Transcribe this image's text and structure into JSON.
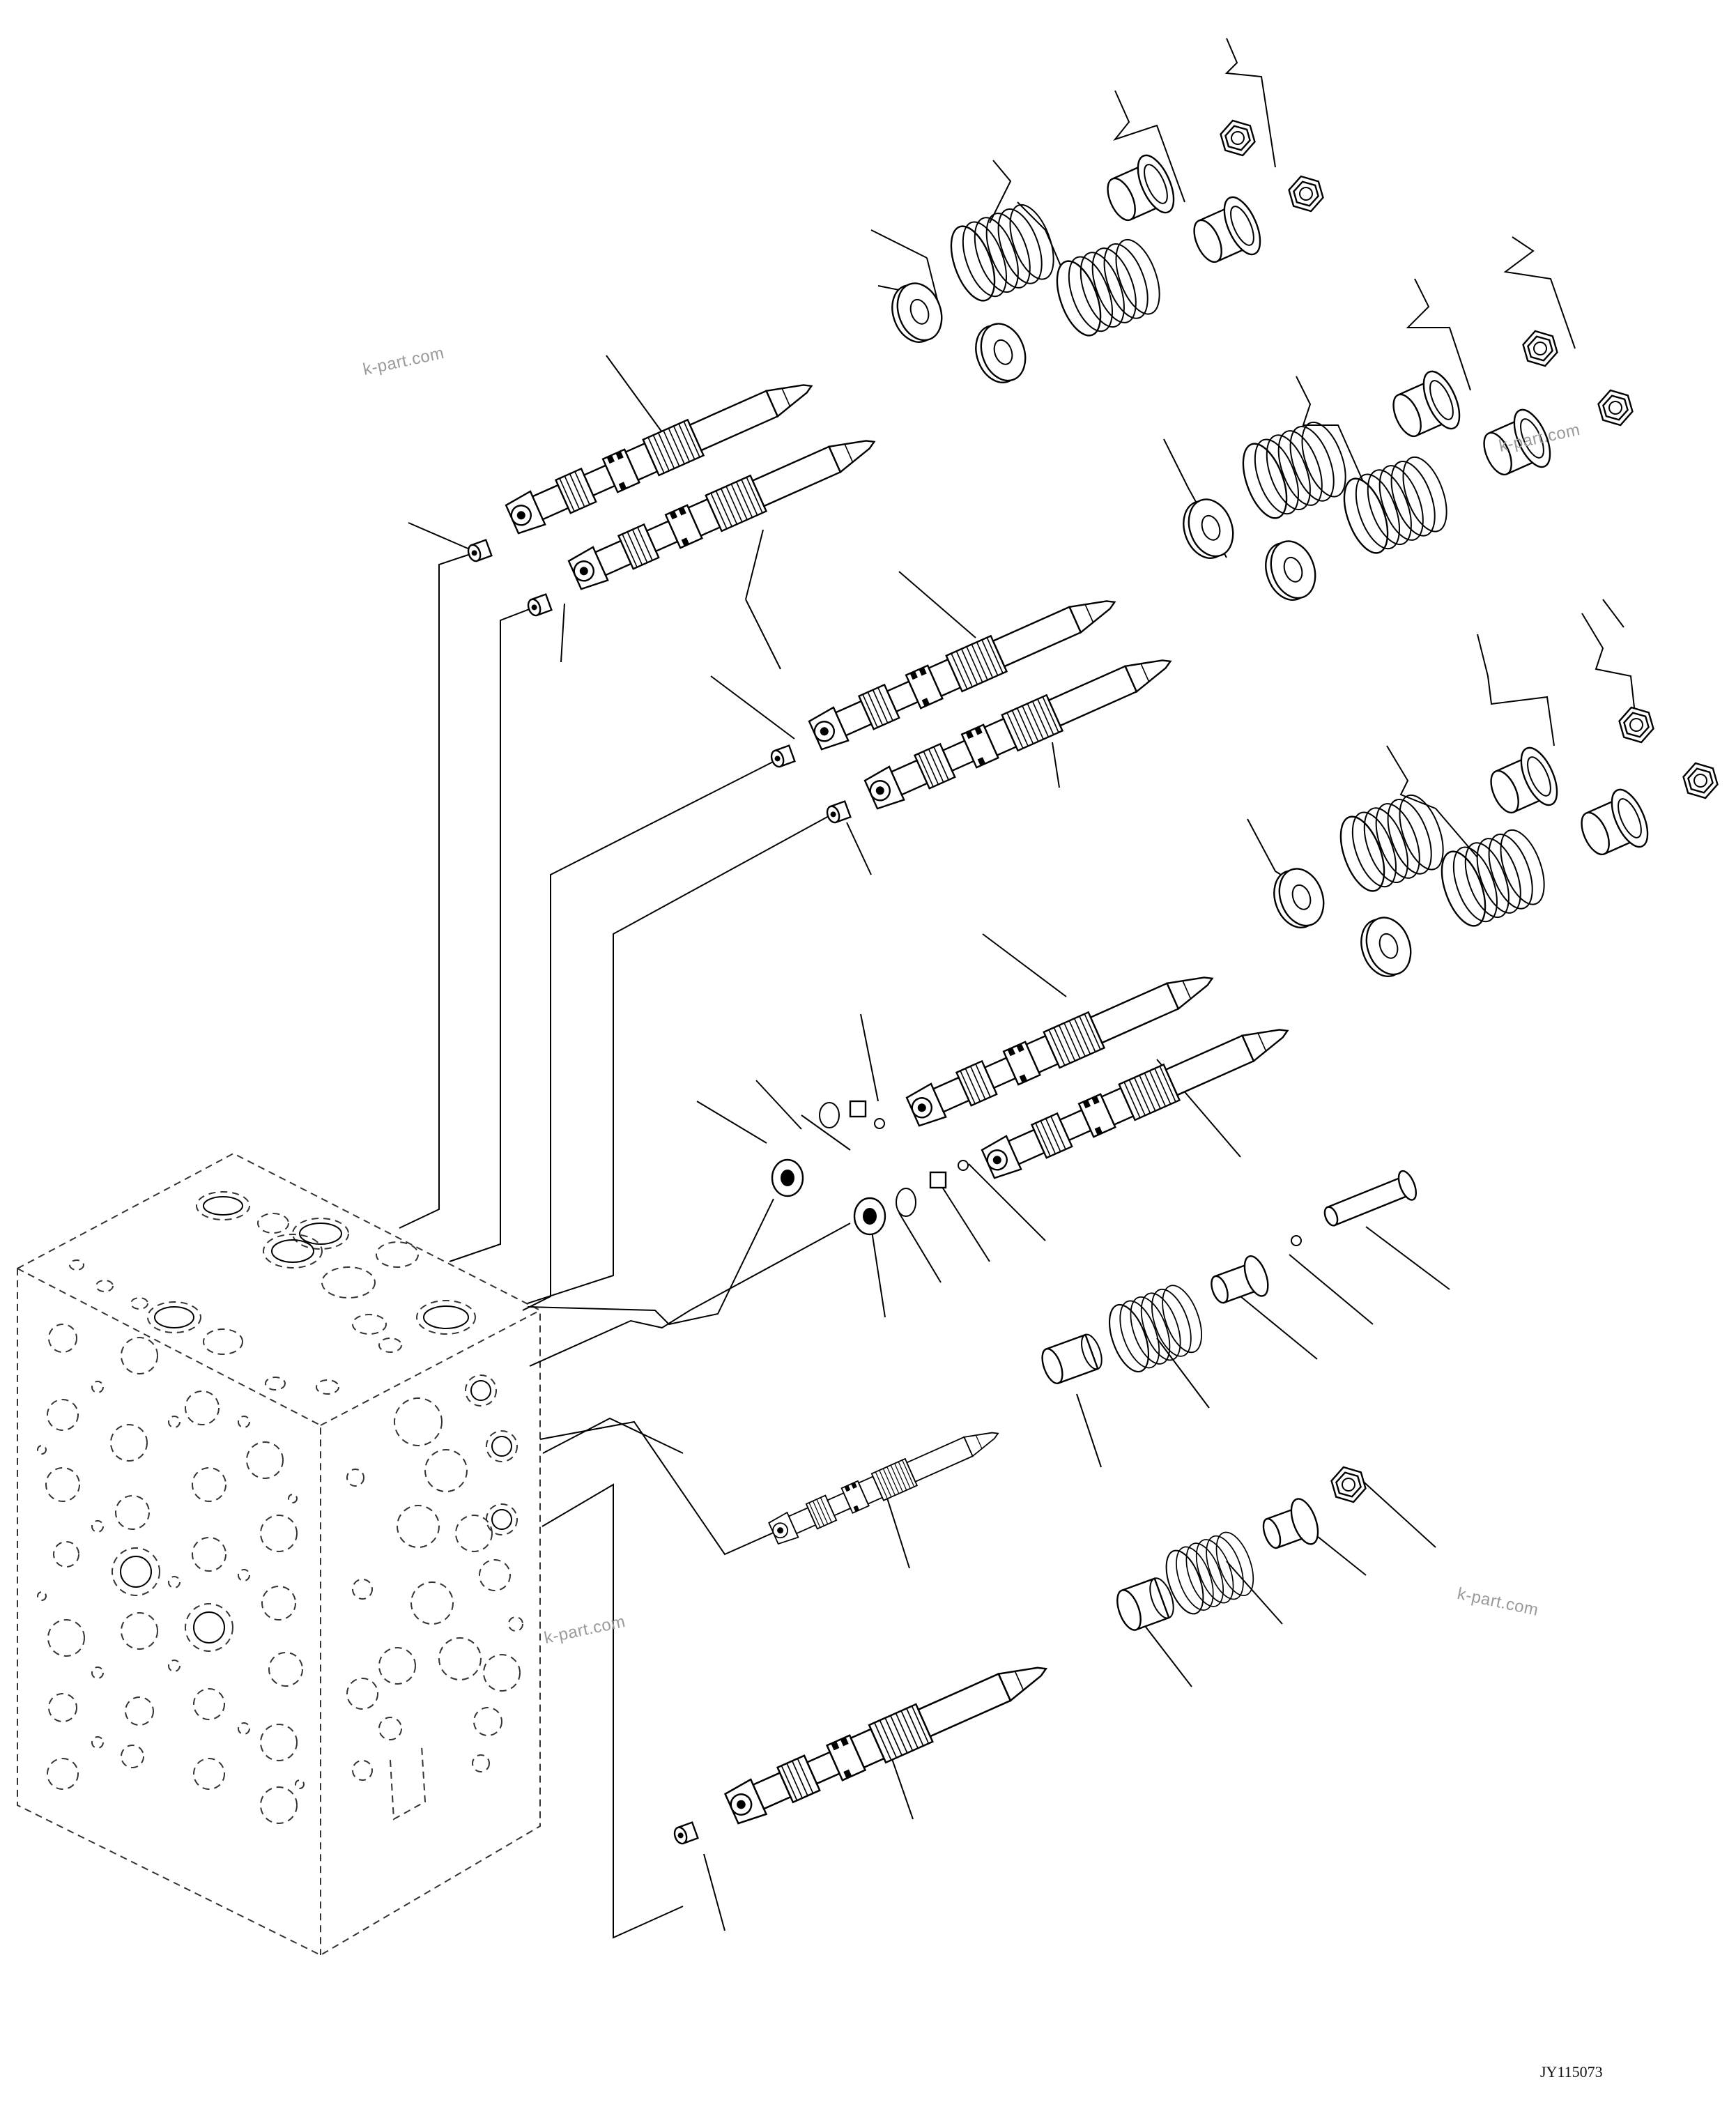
{
  "watermarks": [
    "k-part.com",
    "k-part.com",
    "k-part.com"
  ],
  "drawing_code": "JY115073"
}
